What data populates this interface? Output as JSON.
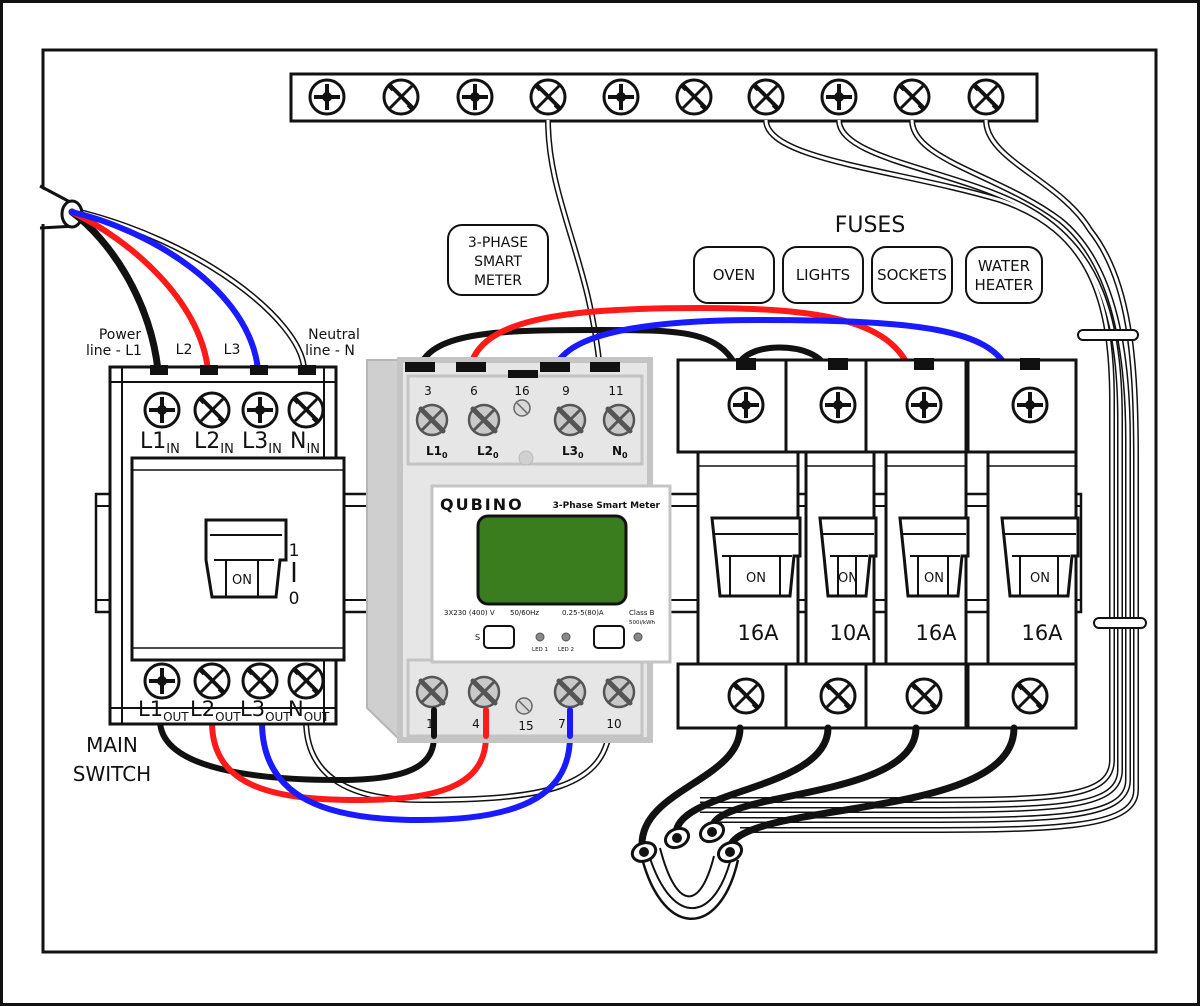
{
  "labels": {
    "fuses_title": "FUSES",
    "smart_meter_callout": [
      "3-PHASE",
      "SMART",
      "METER"
    ],
    "main_switch": [
      "MAIN",
      "SWITCH"
    ],
    "power_line": [
      "Power",
      "line - L1"
    ],
    "l2": "L2",
    "l3": "L3",
    "neutral_line": [
      "Neutral",
      "line - N"
    ]
  },
  "fuse_labels": [
    "OVEN",
    "LIGHTS",
    "SOCKETS",
    "WATER\nHEATER"
  ],
  "main_switch": {
    "in_terminals": [
      {
        "main": "L1",
        "sub": "IN"
      },
      {
        "main": "L2",
        "sub": "IN"
      },
      {
        "main": "L3",
        "sub": "IN"
      },
      {
        "main": "N",
        "sub": "IN"
      }
    ],
    "out_terminals": [
      {
        "main": "L1",
        "sub": "OUT"
      },
      {
        "main": "L2",
        "sub": "OUT"
      },
      {
        "main": "L3",
        "sub": "OUT"
      },
      {
        "main": "N",
        "sub": "OUT"
      }
    ],
    "lever_label": "ON",
    "position_on": "1",
    "position_off": "0"
  },
  "meter": {
    "brand": "QUBINO",
    "model": "3-Phase Smart Meter",
    "top_numbers": [
      "3",
      "6",
      "16",
      "9",
      "11"
    ],
    "top_labels": [
      {
        "main": "L1",
        "sub": "0"
      },
      {
        "main": "L2",
        "sub": "0"
      },
      {
        "main": "L3",
        "sub": "0"
      },
      {
        "main": "N",
        "sub": "0"
      }
    ],
    "bottom_numbers": [
      "1",
      "4",
      "15",
      "7",
      "10"
    ],
    "specs": [
      "3X230 (400) V",
      "50/60Hz",
      "0.25-5(80)A",
      "Class B"
    ],
    "impulse": "500i/kWh",
    "button_s": "S",
    "led1": "LED 1",
    "led2": "LED 2"
  },
  "breakers": [
    {
      "rating": "16A",
      "lever": "ON"
    },
    {
      "rating": "10A",
      "lever": "ON"
    },
    {
      "rating": "16A",
      "lever": "ON"
    },
    {
      "rating": "16A",
      "lever": "ON"
    }
  ],
  "colors": {
    "l1": "#111111",
    "l2": "#ff1a1a",
    "l3": "#1a1aff",
    "neutral": "#ffffff",
    "meter_body": "#e6e6e6",
    "meter_frame": "#c4c4c4",
    "meter_display": "#3a7d1f",
    "ink": "#111111"
  }
}
